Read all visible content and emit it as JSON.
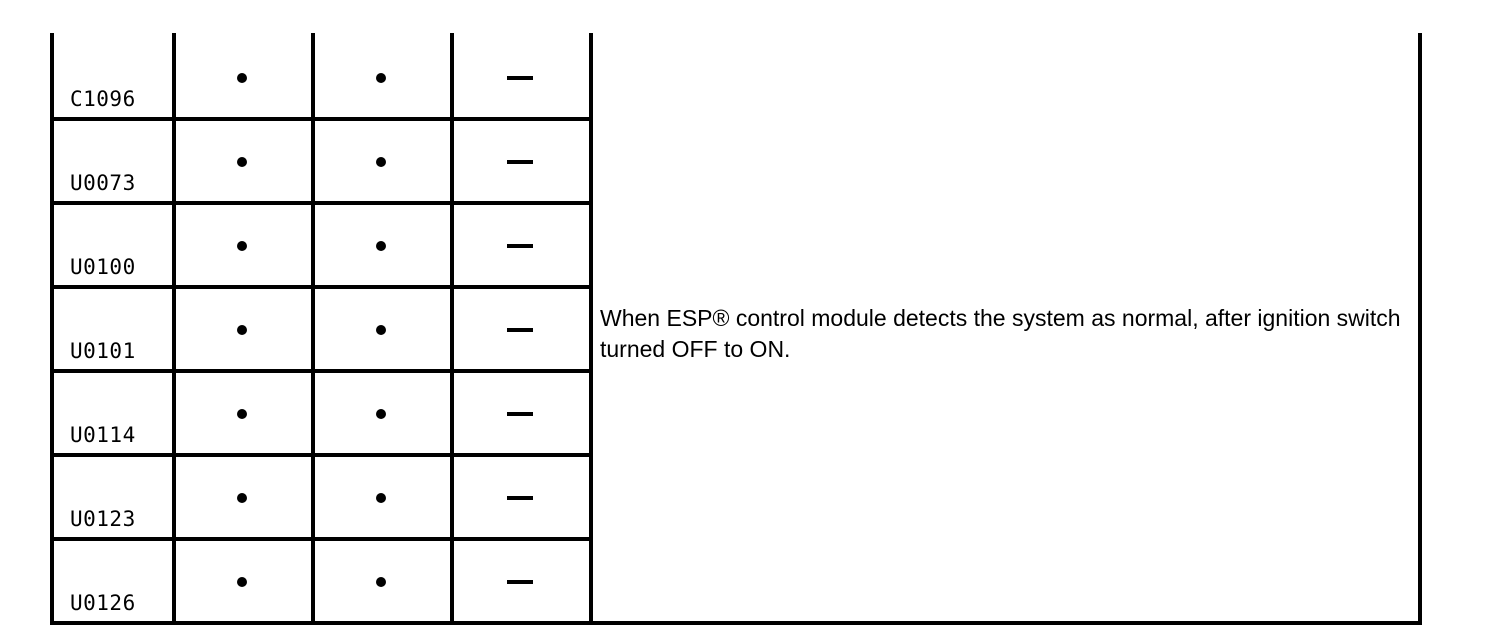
{
  "table": {
    "columns": [
      {
        "key": "code",
        "name": "dtc-code"
      },
      {
        "key": "mark1",
        "name": "mark-column-1"
      },
      {
        "key": "mark2",
        "name": "mark-column-2"
      },
      {
        "key": "mark3",
        "name": "mark-column-3"
      },
      {
        "key": "description",
        "name": "description-column"
      }
    ],
    "rows": [
      {
        "code": "C1096",
        "mark1": "dot",
        "mark2": "dot",
        "mark3": "dash"
      },
      {
        "code": "U0073",
        "mark1": "dot",
        "mark2": "dot",
        "mark3": "dash"
      },
      {
        "code": "U0100",
        "mark1": "dot",
        "mark2": "dot",
        "mark3": "dash"
      },
      {
        "code": "U0101",
        "mark1": "dot",
        "mark2": "dot",
        "mark3": "dash"
      },
      {
        "code": "U0114",
        "mark1": "dot",
        "mark2": "dot",
        "mark3": "dash"
      },
      {
        "code": "U0123",
        "mark1": "dot",
        "mark2": "dot",
        "mark3": "dash"
      },
      {
        "code": "U0126",
        "mark1": "dot",
        "mark2": "dot",
        "mark3": "dash"
      }
    ],
    "description": "When ESP® control module detects the system as normal, after ignition switch turned OFF to ON.",
    "marks": {
      "dot_symbol": "bullet-dot-icon",
      "dash_symbol": "em-dash-icon"
    }
  },
  "style": {
    "border_color": "#000000",
    "text_color": "#000000",
    "background": "#ffffff"
  }
}
